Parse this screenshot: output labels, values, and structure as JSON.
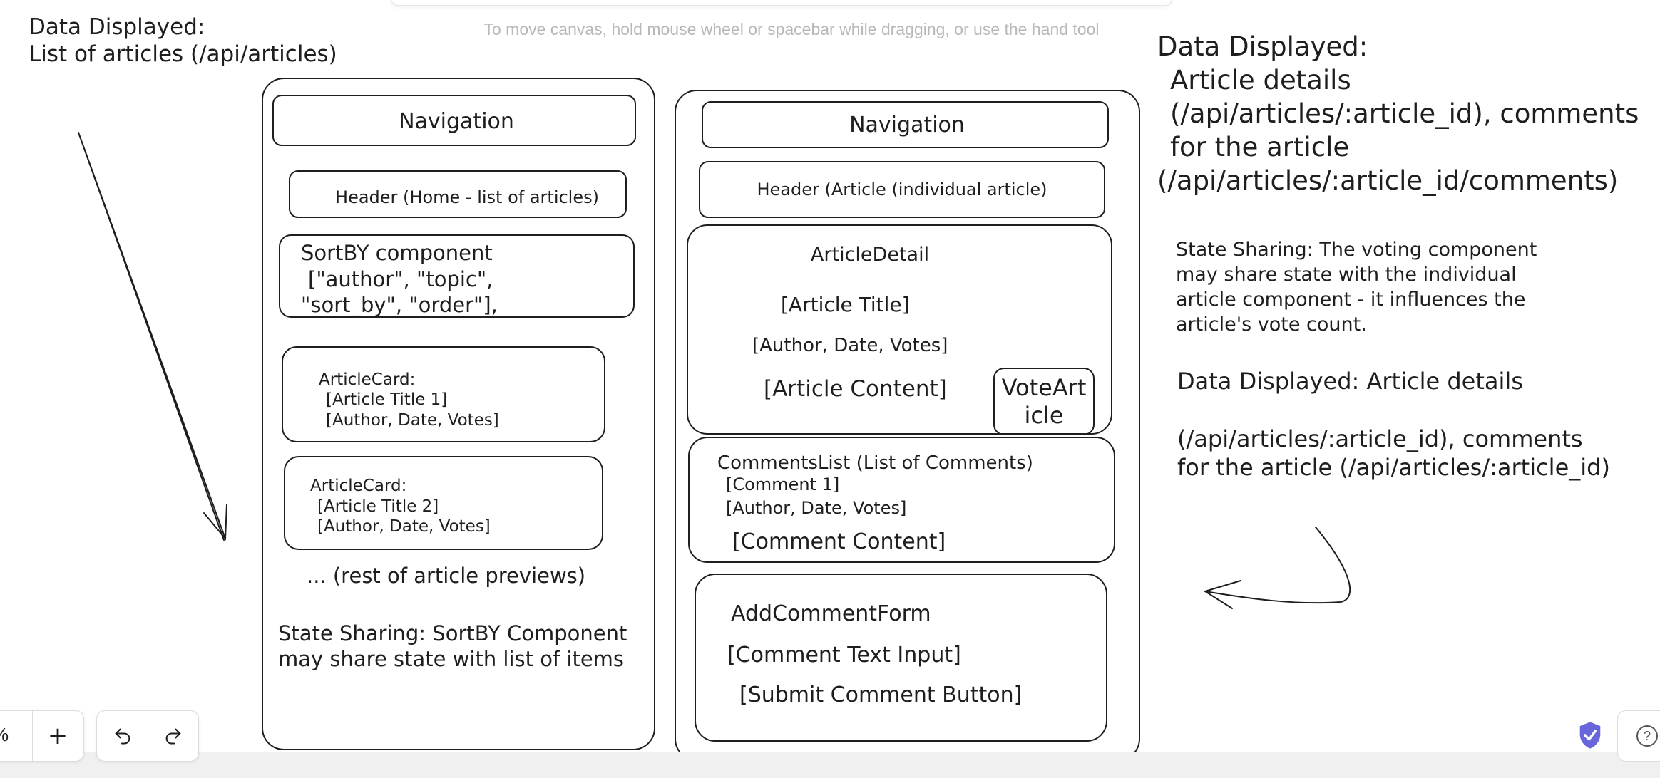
{
  "hint": "To move canvas, hold mouse wheel or spacebar while dragging, or use the hand tool",
  "left_note": {
    "line1": "Data Displayed:",
    "line2": "List of articles (/api/articles)"
  },
  "home_page": {
    "navigation": "Navigation",
    "header": "Header (Home - list of articles)",
    "sortby": {
      "line1": "SortBY component",
      "line2": "[\"author\", \"topic\",",
      "line3": "\"sort_by\", \"order\"],"
    },
    "card1": {
      "line1": "ArticleCard:",
      "line2": "[Article Title 1]",
      "line3": "[Author, Date, Votes]"
    },
    "card2": {
      "line1": "ArticleCard:",
      "line2": "[Article Title 2]",
      "line3": "[Author, Date, Votes]"
    },
    "rest": "... (rest of article previews)",
    "state_sharing": {
      "line1": "State Sharing: SortBY Component",
      "line2": "may share state with list of items"
    }
  },
  "article_page": {
    "navigation": "Navigation",
    "header": "Header (Article (individual article)",
    "detail": {
      "title": "ArticleDetail",
      "line1": "[Article Title]",
      "line2": "[Author, Date, Votes]",
      "line3": "[Article Content]"
    },
    "vote": {
      "line1": "VoteArt",
      "line2": "icle"
    },
    "comments": {
      "line1": "CommentsList (List of Comments)",
      "line2": "[Comment 1]",
      "line3": "[Author, Date, Votes]",
      "line4": "[Comment Content]"
    },
    "form": {
      "line1": "AddCommentForm",
      "line2": "[Comment Text Input]",
      "line3": "[Submit Comment Button]"
    }
  },
  "right_note": {
    "line1": "Data Displayed:",
    "line2": "Article details",
    "line3": "(/api/articles/:article_id), comments",
    "line4": "for the article",
    "line5": "(/api/articles/:article_id/comments)"
  },
  "right_state": {
    "line1": "State Sharing: The voting component",
    "line2": "may share state with the individual",
    "line3": "article component - it influences the",
    "line4": "article's vote count."
  },
  "right_data2": {
    "line1": "Data Displayed: Article details",
    "line2": "(/api/articles/:article_id), comments",
    "line3": "for the article (/api/articles/:article_id)"
  },
  "toolbar": {
    "zoom_partial": "%",
    "zoom_in_label": "+",
    "undo_icon": "undo-icon",
    "redo_icon": "redo-icon",
    "help_icon": "help-icon",
    "shield_icon": "shield-icon"
  },
  "colors": {
    "stroke": "#1e1e1e",
    "hint": "#b8b8b8",
    "footer": "#f0f0f1",
    "shield": "#6965db"
  }
}
